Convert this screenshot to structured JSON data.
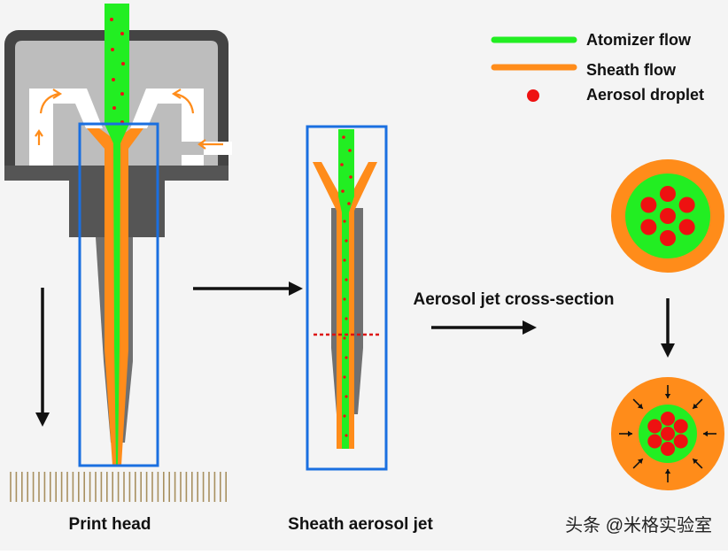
{
  "legend": {
    "items": [
      {
        "label": "Atomizer flow",
        "color": "#22ee22",
        "swatch": "line"
      },
      {
        "label": "Sheath flow",
        "color": "#ff8c1a",
        "swatch": "line"
      },
      {
        "label": "Aerosol droplet",
        "color": "#ee1111",
        "swatch": "dot"
      }
    ]
  },
  "labels": {
    "print_head": "Print head",
    "sheath_jet": "Sheath aerosol jet",
    "cross_section": "Aerosol jet cross-section"
  },
  "watermark": "头条 @米格实验室",
  "colors": {
    "atomizer": "#22ee22",
    "sheath": "#ff8c1a",
    "droplet": "#ee1111",
    "highlight_box": "#1a6fe0",
    "housing_dark": "#444444",
    "housing_light": "#bdbdbd",
    "nozzle": "#707070",
    "substrate": "#a89060"
  }
}
